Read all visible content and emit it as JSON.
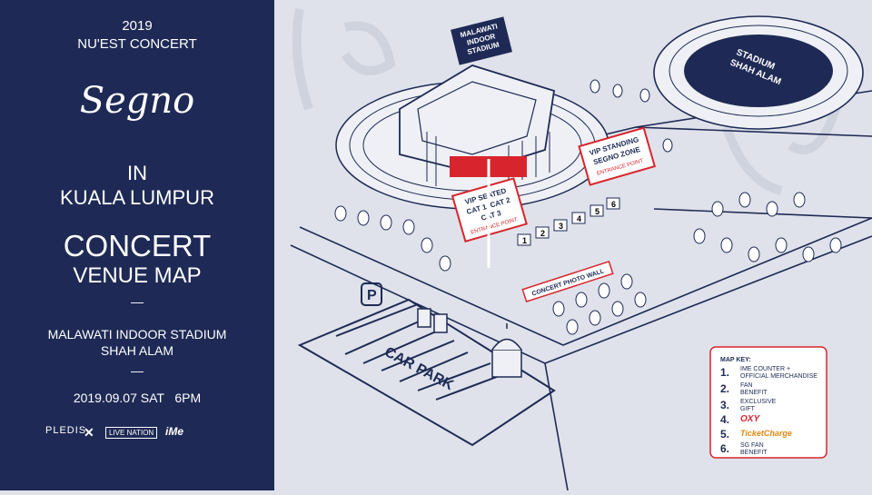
{
  "header": {
    "year": "2019",
    "event": "NU'EST CONCERT",
    "tour_logo": "Segno",
    "in": "IN",
    "city": "KUALA LUMPUR",
    "title_line1": "CONCERT",
    "title_line2": "VENUE MAP",
    "divider": "—",
    "venue_line1": "MALAWATI INDOOR STADIUM",
    "venue_line2": "SHAH ALAM",
    "datetime": "2019.09.07 SAT   6PM"
  },
  "sponsors": [
    "PLEDIS",
    "LIVE NATION",
    "iMe"
  ],
  "map": {
    "stadium_label": [
      "MALAWATI",
      "INDOOR",
      "STADIUM"
    ],
    "stadium2_label": [
      "STADIUM",
      "SHAH ALAM"
    ],
    "vip_seated": [
      "VIP SEATED",
      "CAT 1 /CAT 2",
      "CAT 3",
      "ENTRANCE POINT"
    ],
    "vip_standing": [
      "VIP STANDING",
      "SEGNO ZONE",
      "ENTRANCE POINT"
    ],
    "photo_wall": "CONCERT PHOTO WALL",
    "car_park": "CAR PARK",
    "parking_sign": "P",
    "booths": [
      "1",
      "2",
      "3",
      "4",
      "5",
      "6"
    ]
  },
  "map_key": {
    "title": "MAP KEY:",
    "items": [
      {
        "num": "1.",
        "label": [
          "IME COUNTER +",
          "OFFICIAL MERCHANDISE"
        ]
      },
      {
        "num": "2.",
        "label": [
          "FAN",
          "BENEFIT"
        ]
      },
      {
        "num": "3.",
        "label": [
          "EXCLUSIVE",
          "GIFT"
        ]
      },
      {
        "num": "4.",
        "label": [
          "OXY"
        ]
      },
      {
        "num": "5.",
        "label": [
          "TicketCharge"
        ]
      },
      {
        "num": "6.",
        "label": [
          "SG FAN",
          "BENEFIT"
        ]
      }
    ]
  },
  "colors": {
    "navy": "#1e2a55",
    "accent_red": "#d8252d",
    "map_bg": "#dfe2ea"
  }
}
